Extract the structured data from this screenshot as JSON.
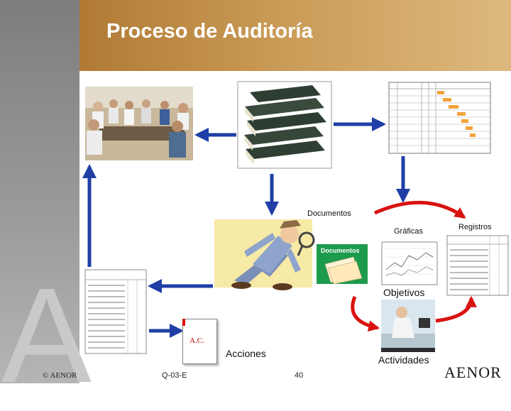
{
  "slide": {
    "title": "Proceso de Auditoría",
    "labels": {
      "documentos": "Documentos",
      "graficas": "Gráficas",
      "registros": "Registros",
      "objetivos": "Objetivos",
      "acciones": "Acciones",
      "actividades": "Actividades",
      "ac": "A.C.",
      "clip_art": "Documentos"
    },
    "footer": {
      "copyright": "© AENOR",
      "code": "Q-03-E",
      "page": "40",
      "logo": "AENOR"
    },
    "colors": {
      "arrow_blue": "#1f3fa6",
      "arrow_red": "#d8120f",
      "band_top": "#c99a55",
      "band_left": "#9a9a9a"
    }
  }
}
